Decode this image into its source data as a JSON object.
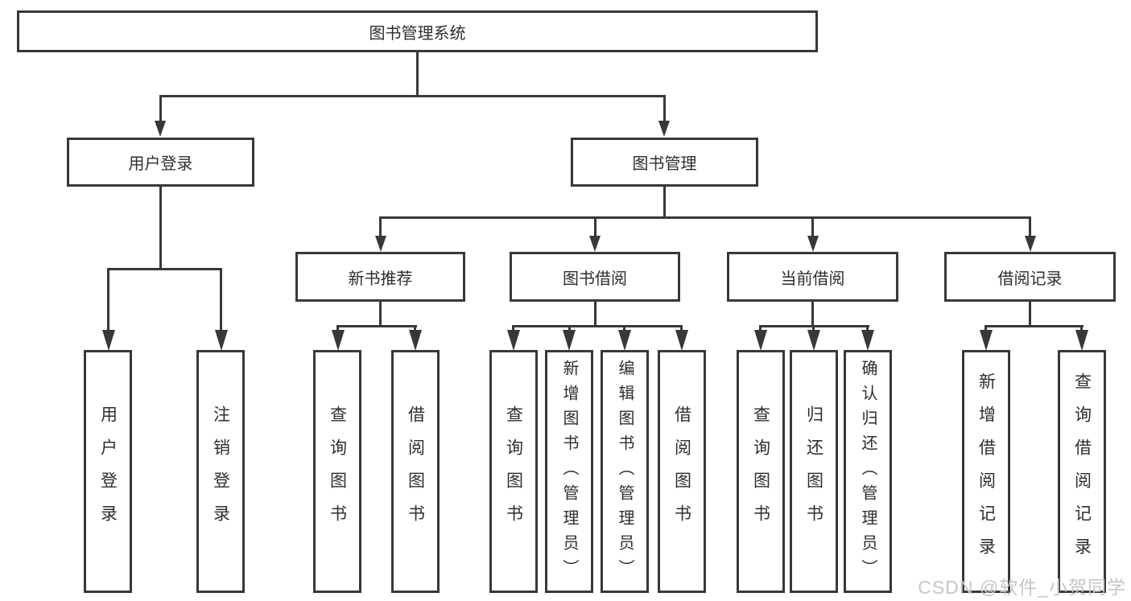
{
  "tree": {
    "root": "图书管理系统",
    "level2": [
      {
        "label": "用户登录",
        "children": [
          "用户登录",
          "注销登录"
        ]
      },
      {
        "label": "图书管理"
      }
    ],
    "level3": [
      {
        "label": "新书推荐",
        "children": [
          "查询图书",
          "借阅图书"
        ]
      },
      {
        "label": "图书借阅",
        "children": [
          "查询图书",
          "新增图书（管理员）",
          "编辑图书（管理员）",
          "借阅图书"
        ]
      },
      {
        "label": "当前借阅",
        "children": [
          "查询图书",
          "归还图书",
          "确认归还（管理员）"
        ]
      },
      {
        "label": "借阅记录",
        "children": [
          "新增借阅记录",
          "查询借阅记录"
        ]
      }
    ]
  },
  "watermark": "CSDN @软件_小贺同学",
  "colors": {
    "line": "#383838",
    "box_background": "#ffffff",
    "text": "#2e2e2e",
    "watermark": "#c6c6c6"
  }
}
